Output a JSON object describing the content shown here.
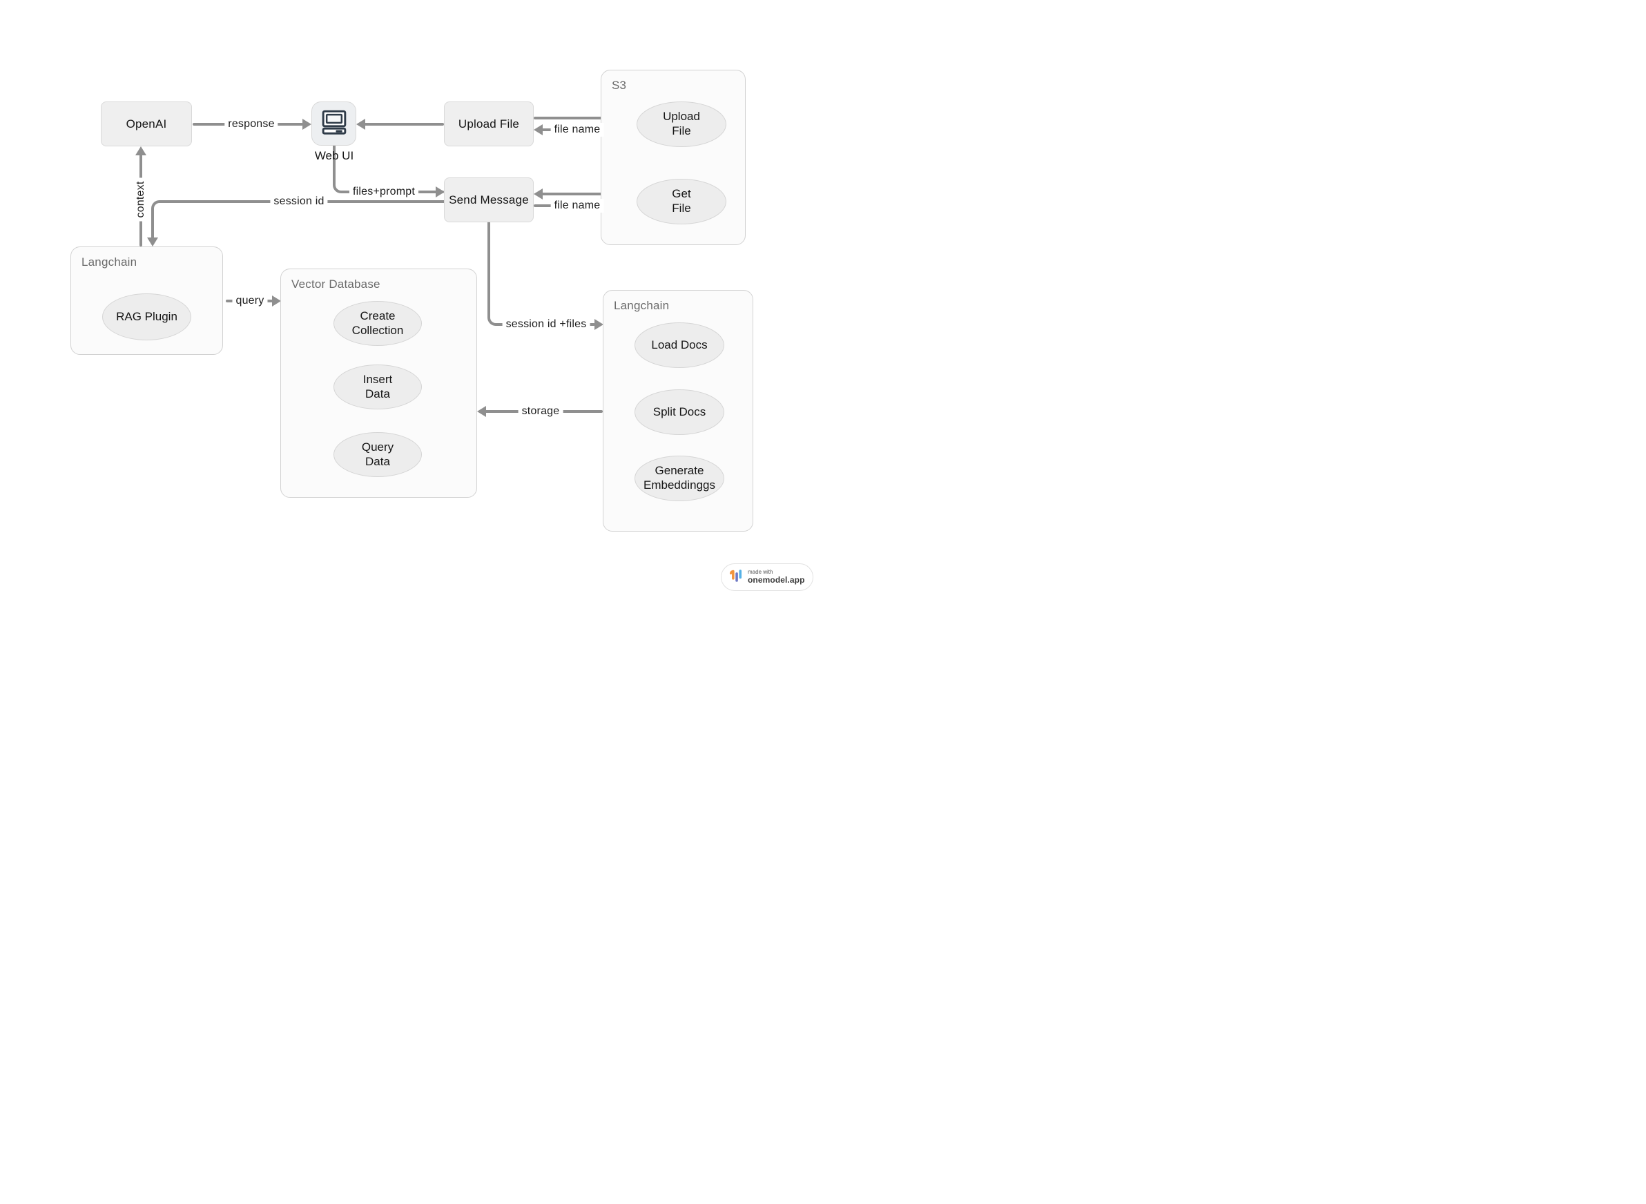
{
  "diagram": {
    "nodes": {
      "openai": {
        "label": "OpenAI"
      },
      "web_ui": {
        "label": "Web UI",
        "icon": "computer-icon"
      },
      "upload_file": {
        "label": "Upload File"
      },
      "send_message": {
        "label": "Send Message"
      }
    },
    "containers": {
      "s3": {
        "label": "S3",
        "upload_file": {
          "line1": "Upload",
          "line2": "File"
        },
        "get_file": {
          "line1": "Get",
          "line2": "File"
        }
      },
      "langchain_left": {
        "label": "Langchain",
        "rag_plugin": {
          "line1": "RAG Plugin",
          "line2": ""
        }
      },
      "vector_database": {
        "label": "Vector Database",
        "create_collection": {
          "line1": "Create",
          "line2": "Collection"
        },
        "insert_data": {
          "line1": "Insert",
          "line2": "Data"
        },
        "query_data": {
          "line1": "Query",
          "line2": "Data"
        }
      },
      "langchain_right": {
        "label": "Langchain",
        "load_docs": {
          "line1": "Load Docs",
          "line2": ""
        },
        "split_docs": {
          "line1": "Split Docs",
          "line2": ""
        },
        "generate_embeddings": {
          "line1": "Generate",
          "line2": "Embeddinggs"
        }
      }
    },
    "edge_labels": {
      "response": "response",
      "file_name_upload": "file name",
      "files_prompt": "files+prompt",
      "session_id": "session id",
      "context": "context",
      "query": "query",
      "session_id_files": "session id +files",
      "storage": "storage",
      "file_name_get": "file name"
    }
  },
  "badge": {
    "made_with": "made with",
    "brand": "onemodel.app"
  },
  "colors": {
    "node_fill": "#efefef",
    "node_border": "#d9d9d9",
    "container_fill": "#fbfbfb",
    "container_border": "#d2d2d2",
    "ellipse_fill": "#ededed",
    "ellipse_border": "#d5d5d5",
    "edge": "#8f8f8f",
    "icon_dark": "#2f3b48",
    "logo_orange": "#f2953c",
    "logo_indigo": "#6f79c4",
    "logo_blue": "#55b1e6"
  }
}
